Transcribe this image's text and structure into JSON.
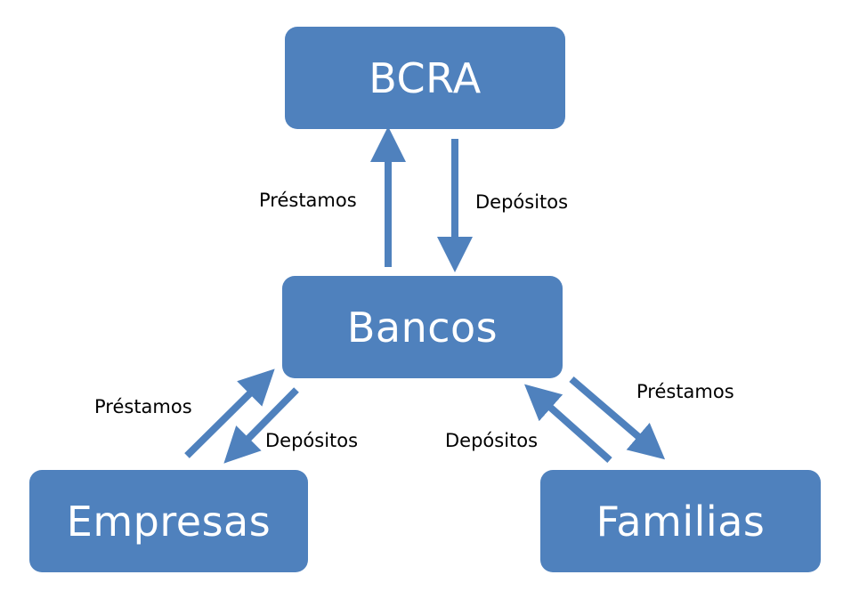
{
  "nodes": {
    "bcra": "BCRA",
    "bancos": "Bancos",
    "empresas": "Empresas",
    "familias": "Familias"
  },
  "edges": {
    "bancos_bcra_prestamos": "Préstamos",
    "bcra_bancos_depositos": "Depósitos",
    "empresas_bancos_prestamos": "Préstamos",
    "bancos_empresas_depositos": "Depósitos",
    "familias_bancos_depositos": "Depósitos",
    "bancos_familias_prestamos": "Préstamos"
  },
  "colors": {
    "node_fill": "#4f81bd",
    "arrow": "#4f81bd",
    "node_text": "#ffffff",
    "label_text": "#000000"
  }
}
